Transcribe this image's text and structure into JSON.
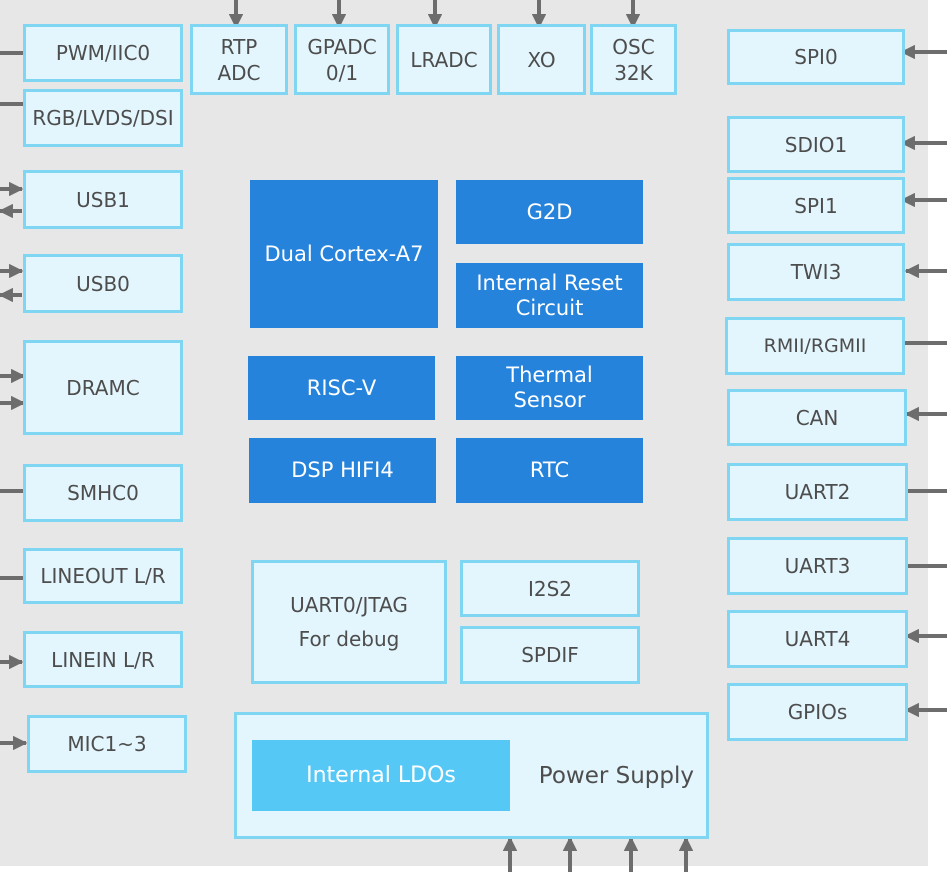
{
  "colors": {
    "chip_bg": "#e7e7e7",
    "peripheral_fill": "#e3f6fd",
    "peripheral_border": "#7fd6f2",
    "core_fill": "#2583dc",
    "ldo_fill": "#56c8f6",
    "arrow": "#6d6d6d",
    "text": "#4d4d4d"
  },
  "top": {
    "rtp_adc": "RTP\nADC",
    "gpadc": "GPADC\n0/1",
    "lradc": "LRADC",
    "xo": "XO",
    "osc32k": "OSC\n32K"
  },
  "left": {
    "pwm_iic0": "PWM/IIC0",
    "rgb_lvds_dsi": "RGB/LVDS/DSI",
    "usb1": "USB1",
    "usb0": "USB0",
    "dramc": "DRAMC",
    "smhc0": "SMHC0",
    "lineout": "LINEOUT L/R",
    "linein": "LINEIN L/R",
    "mic": "MIC1~3"
  },
  "right": {
    "spi0": "SPI0",
    "sdio1": "SDIO1",
    "spi1": "SPI1",
    "twi3": "TWI3",
    "rmii_rgmii": "RMII/RGMII",
    "can": "CAN",
    "uart2": "UART2",
    "uart3": "UART3",
    "uart4": "UART4",
    "gpios": "GPIOs"
  },
  "core": {
    "cortex": "Dual Cortex-A7",
    "g2d": "G2D",
    "reset": "Internal Reset\nCircuit",
    "riscv": "RISC-V",
    "thermal": "Thermal\nSensor",
    "dsp": "DSP HIFI4",
    "rtc": "RTC"
  },
  "center": {
    "uart0_line1": "UART0/JTAG",
    "uart0_line2": "For debug",
    "i2s2": "I2S2",
    "spdif": "SPDIF"
  },
  "power": {
    "ldos": "Internal LDOs",
    "label": "Power Supply"
  }
}
